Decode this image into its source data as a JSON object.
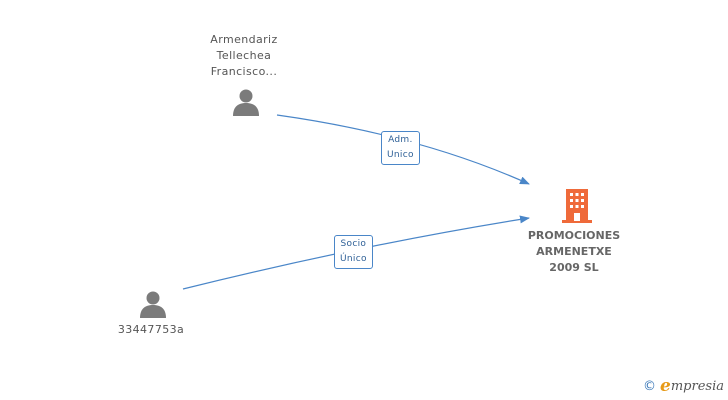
{
  "nodes": {
    "person_top": {
      "label_lines": [
        "Armendariz",
        "Tellechea",
        "Francisco..."
      ],
      "icon": "person-icon"
    },
    "person_bottom": {
      "label": "33447753a",
      "icon": "person-icon"
    },
    "company": {
      "label_lines": [
        "PROMOCIONES",
        "ARMENETXE",
        "2009 SL"
      ],
      "icon": "building-icon"
    }
  },
  "edges": {
    "top": {
      "lines": [
        "Adm.",
        "Unico"
      ]
    },
    "bottom": {
      "lines": [
        "Socio",
        "Único"
      ]
    }
  },
  "footer": {
    "copyright_symbol": "©",
    "brand_initial": "e",
    "brand_rest": "mpresia"
  },
  "colors": {
    "edge": "#4a86c8",
    "person_icon": "#7b7b7b",
    "company_icon": "#ef6a3a",
    "brand_accent": "#e79a18"
  }
}
